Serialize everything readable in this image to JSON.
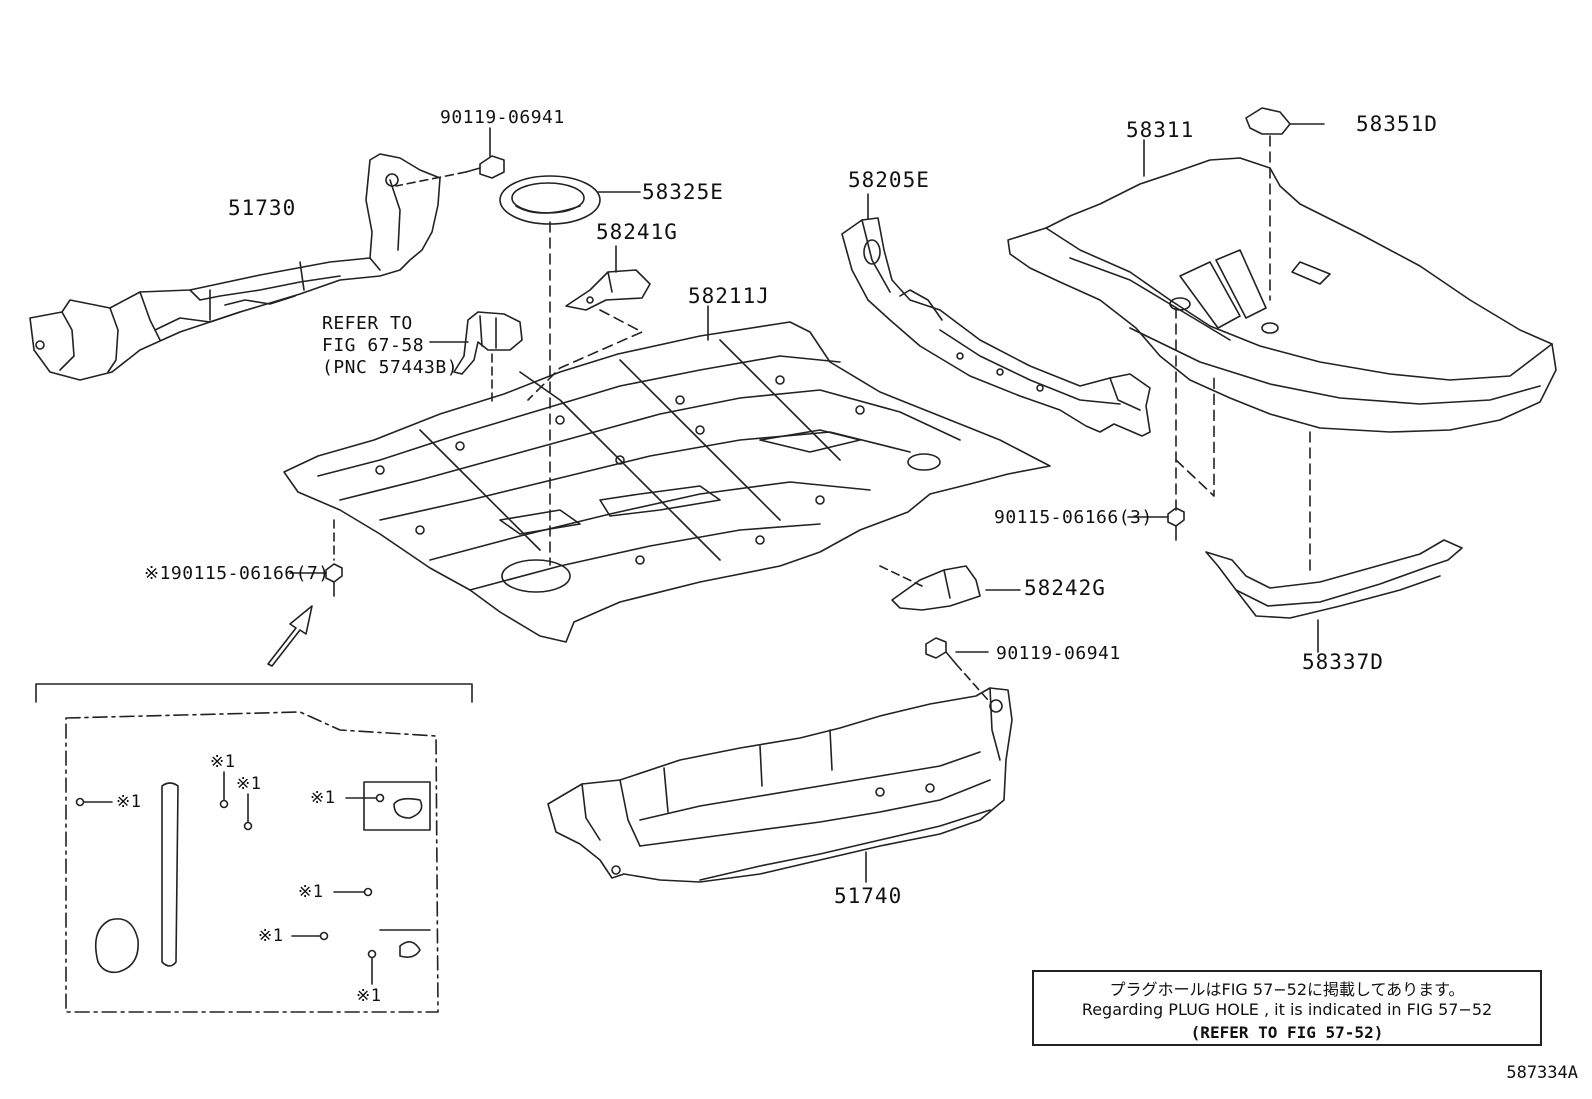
{
  "parts": {
    "p_51730": "51730",
    "p_90119_top": "90119-06941",
    "p_58325E": "58325E",
    "p_58241G": "58241G",
    "p_58211J": "58211J",
    "p_58205E": "58205E",
    "p_58311": "58311",
    "p_58351D": "58351D",
    "p_90115_3": "90115-06166(3)",
    "p_90115_7": "90115-06166(7)",
    "p_58242G": "58242G",
    "p_58337D": "58337D",
    "p_90119_bottom": "90119-06941",
    "p_51740": "51740"
  },
  "refer": {
    "line1": "REFER TO",
    "line2": "FIG 67-58",
    "line3": "(PNC 57443B)"
  },
  "marks": {
    "asterisk1": "※1"
  },
  "note": {
    "jp": "プラグホールはFIG 57−52に掲載してあります。",
    "en": "Regarding PLUG HOLE , it is indicated in FIG 57−52",
    "refer": "(REFER TO FIG 57-52)"
  },
  "doc_id": "587334A"
}
